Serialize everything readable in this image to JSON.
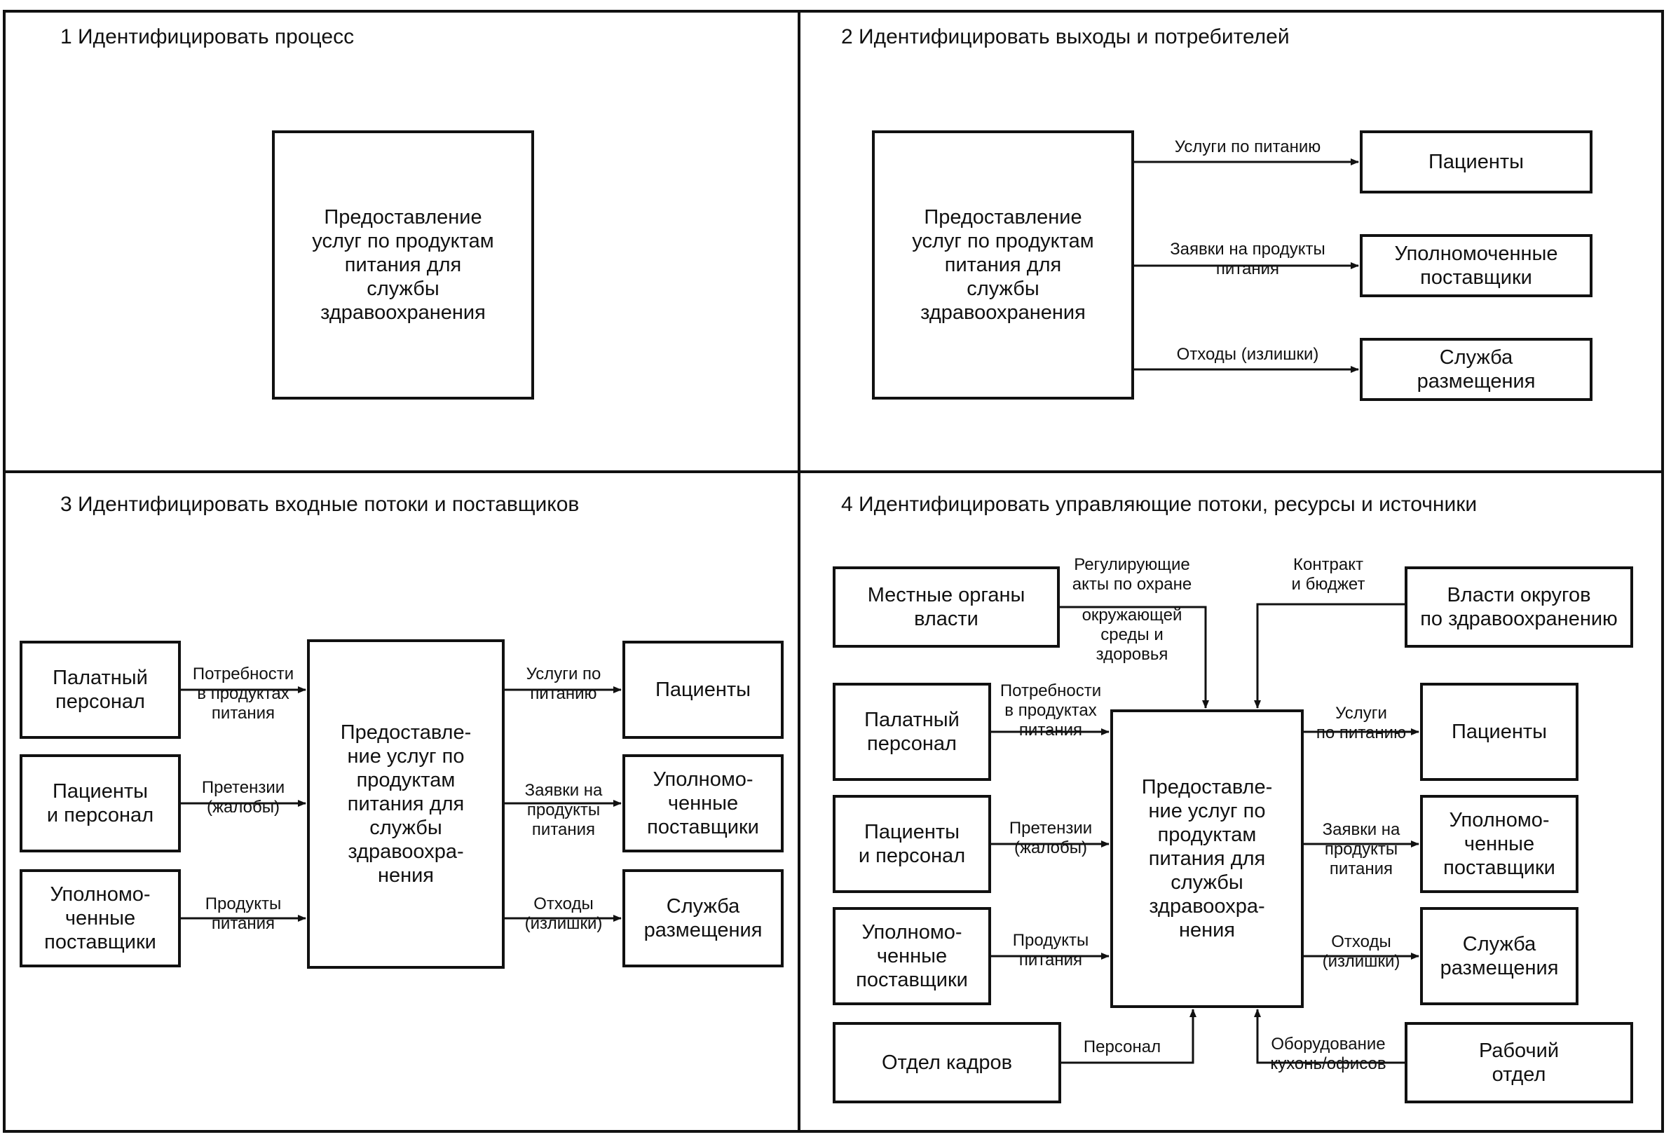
{
  "quadrants": {
    "q1": {
      "title": "1 Идентифицировать процесс",
      "process": "Предоставление\nуслуг по продуктам\nпитания для\nслужбы\nздравоохранения"
    },
    "q2": {
      "title": "2 Идентифицировать выходы и потребителей",
      "process": "Предоставление\nуслуг по продуктам\nпитания для\nслужбы\nздравоохранения",
      "outputs": [
        {
          "label": "Услуги по питанию",
          "target": "Пациенты"
        },
        {
          "label": "Заявки на продукты\nпитания",
          "target": "Уполномоченные\nпоставщики"
        },
        {
          "label": "Отходы (излишки)",
          "target": "Служба\nразмещения"
        }
      ]
    },
    "q3": {
      "title": "3 Идентифицировать входные потоки и поставщиков",
      "process": "Предоставле-\nние услуг по\nпродуктам\nпитания для\nслужбы\nздравоохра-\nнения",
      "inputs": [
        {
          "source": "Палатный\nперсонал",
          "label": "Потребности\nв продуктах\nпитания"
        },
        {
          "source": "Пациенты\nи персонал",
          "label": "Претензии\n(жалобы)"
        },
        {
          "source": "Уполномо-\nченные\nпоставщики",
          "label": "Продукты\nпитания"
        }
      ],
      "outputs": [
        {
          "label": "Услуги по\nпитанию",
          "target": "Пациенты"
        },
        {
          "label": "Заявки на\nпродукты\nпитания",
          "target": "Уполномо-\nченные\nпоставщики"
        },
        {
          "label": "Отходы\n(излишки)",
          "target": "Служба\nразмещения"
        }
      ]
    },
    "q4": {
      "title": "4 Идентифицировать управляющие потоки, ресурсы и источники",
      "process": "Предоставле-\nние услуг по\nпродуктам\nпитания для\nслужбы\nздравоохра-\nнения",
      "controls": [
        {
          "source": "Местные органы\nвласти",
          "label_top": "Регулирующие\nакты по охране",
          "label_bottom": "окружающей\nсреды и\nздоровья"
        },
        {
          "source": "Власти округов\nпо здравоохранению",
          "label": "Контракт\nи бюджет"
        }
      ],
      "inputs": [
        {
          "source": "Палатный\nперсонал",
          "label": "Потребности\nв продуктах\nпитания"
        },
        {
          "source": "Пациенты\nи персонал",
          "label": "Претензии\n(жалобы)"
        },
        {
          "source": "Уполномо-\nченные\nпоставщики",
          "label": "Продукты\nпитания"
        }
      ],
      "outputs": [
        {
          "label": "Услуги\nпо питанию",
          "target": "Пациенты"
        },
        {
          "label": "Заявки на\nпродукты\nпитания",
          "target": "Уполномо-\nченные\nпоставщики"
        },
        {
          "label": "Отходы\n(излишки)",
          "target": "Служба\nразмещения"
        }
      ],
      "resources": [
        {
          "source": "Отдел кадров",
          "label": "Персонал"
        },
        {
          "source": "Рабочий\nотдел",
          "label": "Оборудование\nкухонь/офисов"
        }
      ]
    }
  }
}
